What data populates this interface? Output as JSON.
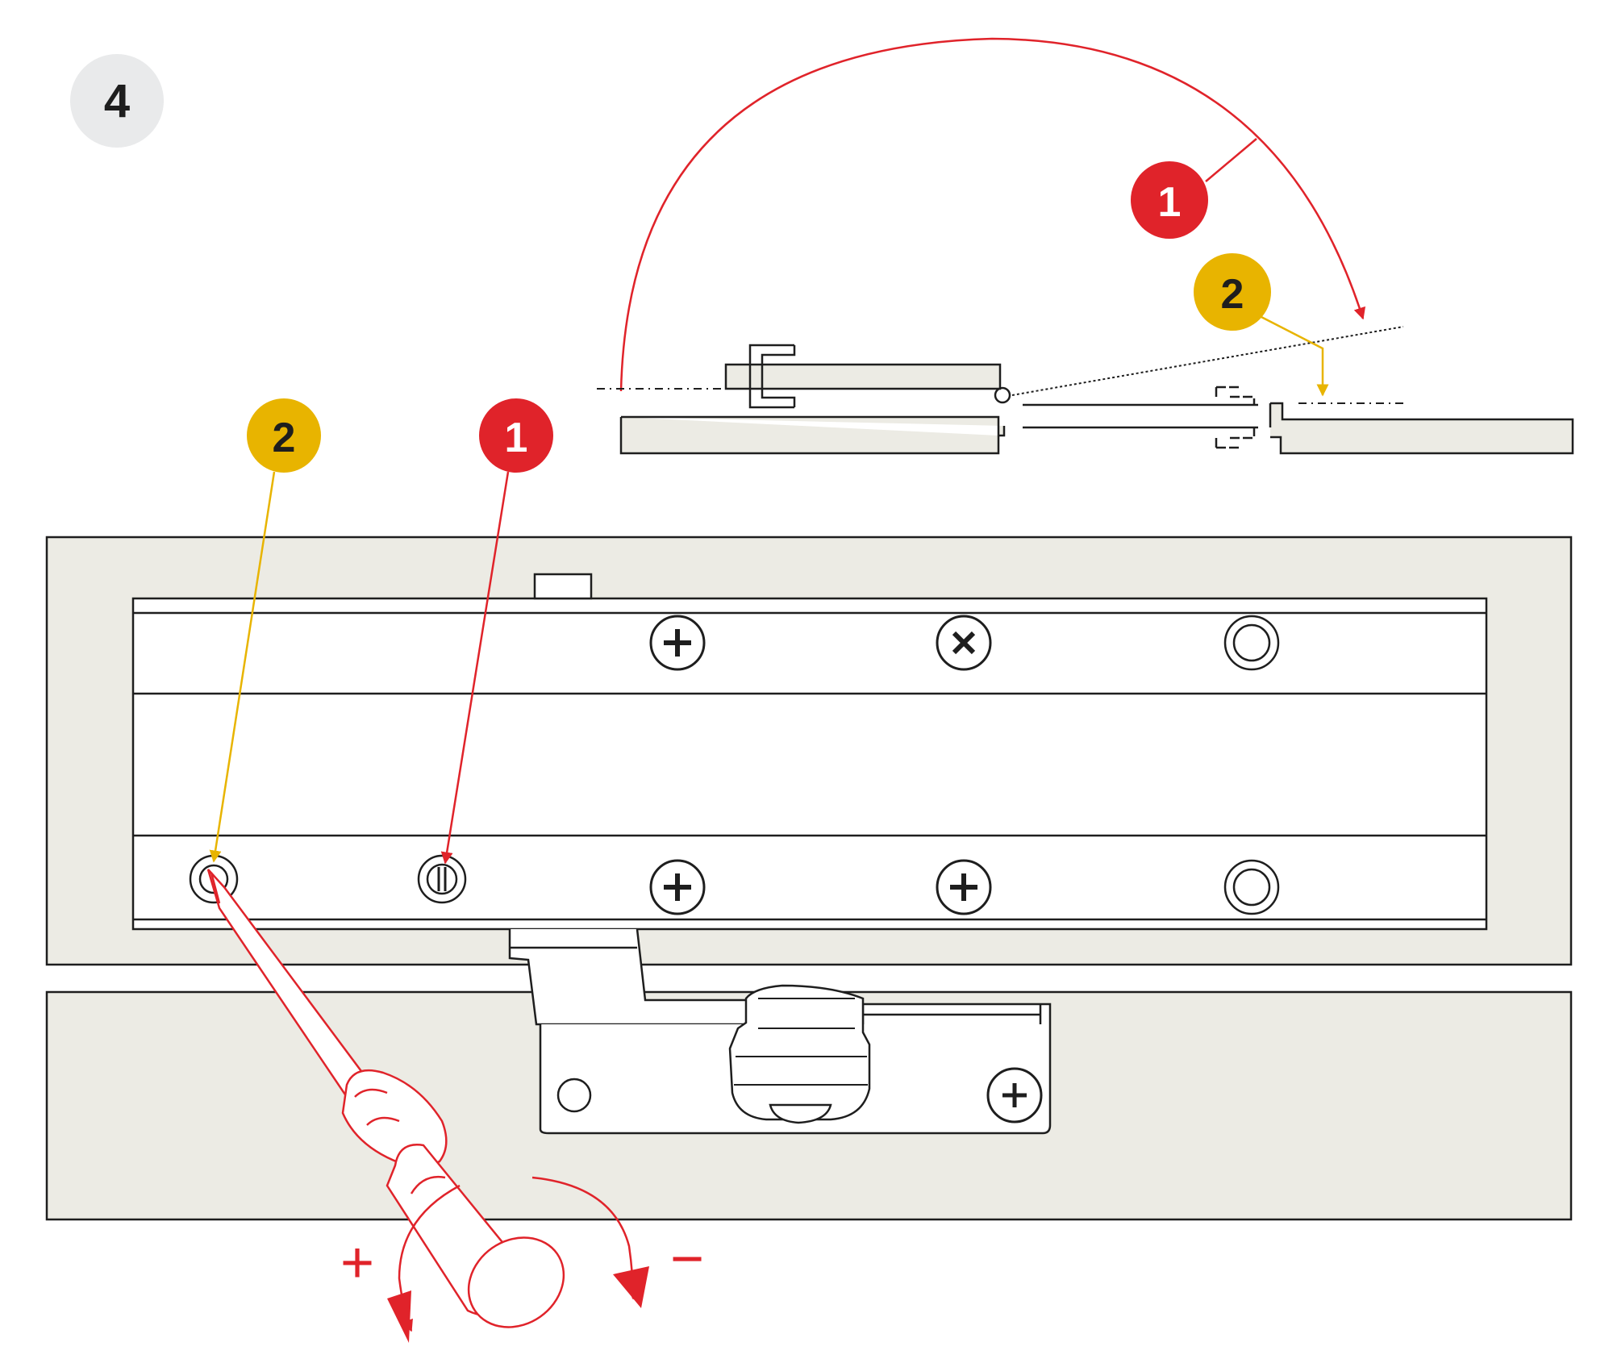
{
  "step": {
    "label": "4"
  },
  "callouts": [
    {
      "id": "top-1",
      "label": "1",
      "color": "#e0232a"
    },
    {
      "id": "top-2",
      "label": "2",
      "color": "#e8b400"
    },
    {
      "id": "left-2",
      "label": "2",
      "color": "#e8b400"
    },
    {
      "id": "left-1",
      "label": "1",
      "color": "#e0232a"
    }
  ],
  "rotation": {
    "plus_label": "+",
    "minus_label": "−"
  },
  "colors": {
    "red": "#e0232a",
    "yellow": "#e8b400",
    "panel_fill": "#ecebe4",
    "line": "#1e1e1e",
    "step_badge_fill": "#e9eaeb"
  },
  "icons": [
    "screwdriver-icon",
    "phillips-screw-icon",
    "adjustment-valve-icon",
    "rotation-arrow-icon"
  ]
}
